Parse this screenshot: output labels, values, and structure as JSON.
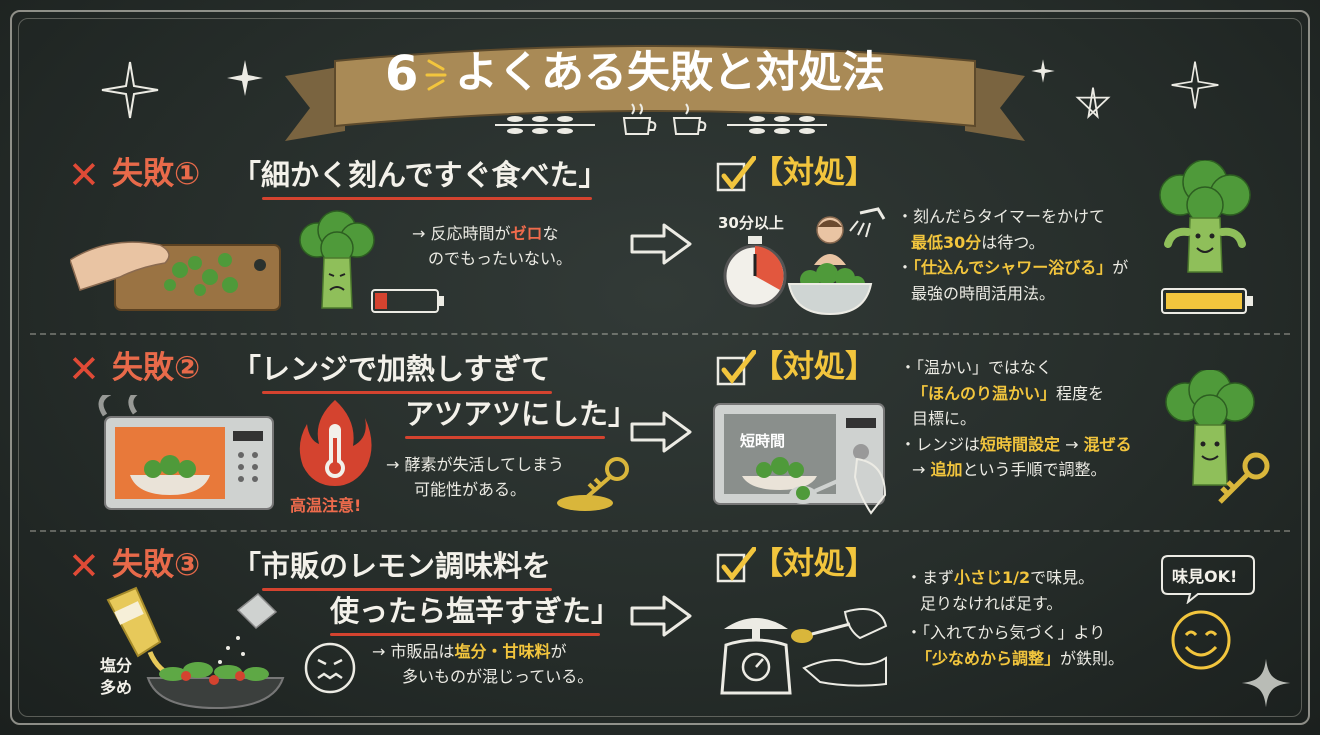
{
  "header": {
    "number": "6",
    "title": "よくある失敗と対処法"
  },
  "colors": {
    "board": "#2a312e",
    "accent_red": "#e04a36",
    "accent_yellow": "#f2c53d",
    "chalk": "#ecebe4"
  },
  "icons": [
    "cross-icon",
    "check-icon",
    "broccoli-icon",
    "arrow-right-icon",
    "timer-icon",
    "shower-icon",
    "microwave-icon",
    "thermometer-icon",
    "key-icon",
    "scale-icon",
    "spoon-icon",
    "salad-icon",
    "face-icon",
    "battery-icon"
  ],
  "sections": [
    {
      "fail_label": "失敗①",
      "title_lines": [
        "「細かく刻んですぐ食べた」"
      ],
      "note_prefix": "→ 反応時間が",
      "note_hl": "ゼロ",
      "note_rest": "な",
      "note_line2": "のでもったいない。",
      "solution_label": "【対処】",
      "timer_label": "30分以上",
      "solution_lines": [
        {
          "a": "・刻んだらタイマーをかけて",
          "hl": "",
          "b": ""
        },
        {
          "a": "",
          "hl": "最低30分",
          "b": "は待つ。"
        },
        {
          "a": "・",
          "hl": "「仕込んでシャワー浴びる」",
          "b": "が"
        },
        {
          "a": "最強の時間活用法。",
          "hl": "",
          "b": ""
        }
      ]
    },
    {
      "fail_label": "失敗②",
      "title_lines": [
        "「レンジで加熱しすぎて",
        "アツアツにした」"
      ],
      "note_prefix": "→ 酵素が失活してしまう",
      "note_hl": "",
      "note_rest": "",
      "note_line2": "可能性がある。",
      "warning_label": "高温注意!",
      "microwave_label": "短時間",
      "solution_label": "【対処】",
      "solution_lines": [
        {
          "a": "・「温かい」ではなく",
          "hl": "",
          "b": ""
        },
        {
          "a": "",
          "hl": "「ほんのり温かい」",
          "b": "程度を"
        },
        {
          "a": "目標に。",
          "hl": "",
          "b": ""
        },
        {
          "a": "・レンジは",
          "hl": "短時間設定",
          "b": " → ",
          "hl2": "混ぜる"
        },
        {
          "a": "→ ",
          "hl": "追加",
          "b": "という手順で調整。"
        }
      ]
    },
    {
      "fail_label": "失敗③",
      "title_lines": [
        "「市販のレモン調味料を",
        "使ったら塩辛すぎた」"
      ],
      "note_prefix": "→ 市販品は",
      "note_hl": "塩分・甘味料",
      "note_rest": "が",
      "note_line2": "多いものが混じっている。",
      "salt_label": "塩分\n多め",
      "solution_label": "【対処】",
      "bubble_label": "味見OK!",
      "solution_lines": [
        {
          "a": "・まず",
          "hl": "小さじ1/2",
          "b": "で味見。"
        },
        {
          "a": "足りなければ足す。",
          "hl": "",
          "b": ""
        },
        {
          "a": "・「入れてから気づく」より",
          "hl": "",
          "b": ""
        },
        {
          "a": "",
          "hl": "「少なめから調整」",
          "b": "が鉄則。"
        }
      ]
    }
  ]
}
